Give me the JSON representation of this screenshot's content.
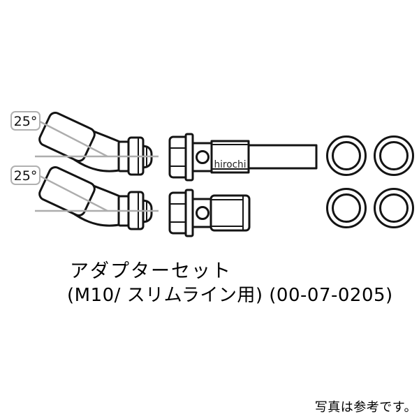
{
  "image": {
    "background": "#ffffff",
    "colors": {
      "outline": "#141414",
      "guide_gray": "#adadad",
      "caption_text": "#000000",
      "watermark_text": "#222222"
    }
  },
  "diagram": {
    "fittings": [
      {
        "angle_label": "25°"
      },
      {
        "angle_label": "25°"
      }
    ],
    "watermark": "hirochi",
    "washer_count": 4
  },
  "caption": {
    "line1": "アダプターセット",
    "line2": "(M10/ スリムライン用) (00-07-0205)"
  },
  "footer": {
    "note": "写真は参考です。"
  }
}
